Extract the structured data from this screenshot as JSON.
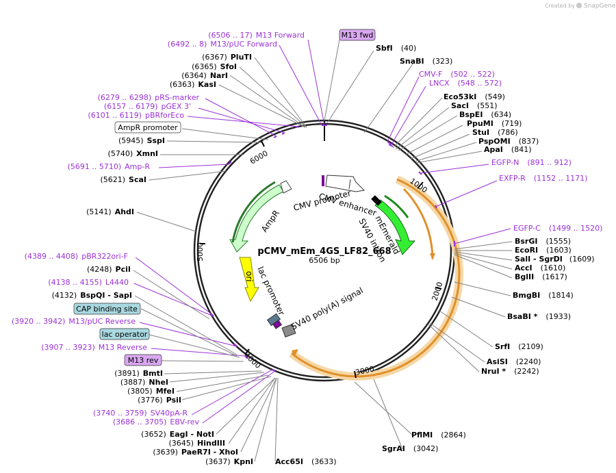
{
  "watermark": {
    "created_by": "Created by",
    "brand": "SnapGene"
  },
  "map": {
    "name": "pCMV_mEm_4GS_LF82_668",
    "length_label": "6506 bp",
    "ticks": [
      "1000",
      "2000",
      "3000",
      "4000",
      "5000",
      "6000"
    ]
  },
  "features": {
    "cmv_enhancer": "CMV enhancer",
    "cmv_promoter": "CMV promoter",
    "sv40_intron": "SV40 intron",
    "memerald": "mEmerald",
    "ampr": "AmpR",
    "ori": "ori",
    "lac_promoter": "lac promoter",
    "sv40_polya": "SV40 poly(A) signal"
  },
  "left_labels": [
    {
      "pos": "(6506 .. 17)",
      "name": "M13 Forward",
      "kind": "primer"
    },
    {
      "pos": "(6492 .. 8)",
      "name": "M13/pUC Forward",
      "kind": "primer"
    },
    {
      "pos": "(6367)",
      "name": "PluTI",
      "kind": "site"
    },
    {
      "pos": "(6365)",
      "name": "SfoI",
      "kind": "site"
    },
    {
      "pos": "(6364)",
      "name": "NarI",
      "kind": "site"
    },
    {
      "pos": "(6363)",
      "name": "KasI",
      "kind": "site"
    },
    {
      "pos": "(6279 .. 6298)",
      "name": "pRS-marker",
      "kind": "primer"
    },
    {
      "pos": "(6157 .. 6179)",
      "name": "pGEX 3'",
      "kind": "primer"
    },
    {
      "pos": "(6101 .. 6119)",
      "name": "pBRforEco",
      "kind": "primer"
    },
    {
      "pos": "(5945)",
      "name": "SspI",
      "kind": "site"
    },
    {
      "pos": "(5740)",
      "name": "XmnI",
      "kind": "site"
    },
    {
      "pos": "(5691 .. 5710)",
      "name": "Amp-R",
      "kind": "primer"
    },
    {
      "pos": "(5621)",
      "name": "ScaI",
      "kind": "site"
    },
    {
      "pos": "(5141)",
      "name": "AhdI",
      "kind": "site"
    },
    {
      "pos": "(4389 .. 4408)",
      "name": "pBR322ori-F",
      "kind": "primer"
    },
    {
      "pos": "(4248)",
      "name": "PciI",
      "kind": "site"
    },
    {
      "pos": "(4138 .. 4155)",
      "name": "L4440",
      "kind": "primer"
    },
    {
      "pos": "(4132)",
      "name": "BspQI",
      "extra": "SapI",
      "kind": "site"
    },
    {
      "pos": "(3920 .. 3942)",
      "name": "M13/pUC Reverse",
      "kind": "primer"
    },
    {
      "pos": "(3907 .. 3923)",
      "name": "M13 Reverse",
      "kind": "primer"
    },
    {
      "pos": "(3891)",
      "name": "BmtI",
      "kind": "site"
    },
    {
      "pos": "(3887)",
      "name": "NheI",
      "kind": "site"
    },
    {
      "pos": "(3805)",
      "name": "MfeI",
      "kind": "site"
    },
    {
      "pos": "(3776)",
      "name": "PsiI",
      "kind": "site"
    },
    {
      "pos": "(3740 .. 3759)",
      "name": "SV40pA-R",
      "kind": "primer"
    },
    {
      "pos": "(3686 .. 3705)",
      "name": "EBV-rev",
      "kind": "primer"
    },
    {
      "pos": "(3652)",
      "name": "EagI",
      "extra": "NotI",
      "kind": "site"
    },
    {
      "pos": "(3645)",
      "name": "HindIII",
      "kind": "site"
    },
    {
      "pos": "(3639)",
      "name": "PaeR7I",
      "extra": "XhoI",
      "kind": "site"
    },
    {
      "pos": "(3637)",
      "name": "KpnI",
      "kind": "site"
    }
  ],
  "right_labels": [
    {
      "pos": "(40)",
      "name": "SbfI",
      "kind": "site"
    },
    {
      "pos": "(323)",
      "name": "SnaBI",
      "kind": "site"
    },
    {
      "pos": "(502 .. 522)",
      "name": "CMV-F",
      "kind": "primer"
    },
    {
      "pos": "(548 .. 572)",
      "name": "LNCX",
      "kind": "primer"
    },
    {
      "pos": "(549)",
      "name": "Eco53kI",
      "kind": "site"
    },
    {
      "pos": "(551)",
      "name": "SacI",
      "kind": "site"
    },
    {
      "pos": "(634)",
      "name": "BspEI",
      "kind": "site"
    },
    {
      "pos": "(719)",
      "name": "PpuMI",
      "kind": "site"
    },
    {
      "pos": "(786)",
      "name": "StuI",
      "kind": "site"
    },
    {
      "pos": "(837)",
      "name": "PspOMI",
      "kind": "site"
    },
    {
      "pos": "(841)",
      "name": "ApaI",
      "kind": "site"
    },
    {
      "pos": "(891 .. 912)",
      "name": "EGFP-N",
      "kind": "primer"
    },
    {
      "pos": "(1152 .. 1171)",
      "name": "EXFP-R",
      "kind": "primer"
    },
    {
      "pos": "(1499 .. 1520)",
      "name": "EGFP-C",
      "kind": "primer"
    },
    {
      "pos": "(1555)",
      "name": "BsrGI",
      "kind": "site"
    },
    {
      "pos": "(1603)",
      "name": "EcoRI",
      "kind": "site"
    },
    {
      "pos": "(1609)",
      "name": "SalI",
      "extra": "SgrDI",
      "kind": "site"
    },
    {
      "pos": "(1610)",
      "name": "AccI",
      "kind": "site"
    },
    {
      "pos": "(1617)",
      "name": "BglII",
      "kind": "site"
    },
    {
      "pos": "(1814)",
      "name": "BmgBI",
      "kind": "site"
    },
    {
      "pos": "(1933)",
      "name": "BsaBI *",
      "kind": "site"
    },
    {
      "pos": "(2109)",
      "name": "SrfI",
      "kind": "site"
    },
    {
      "pos": "(2240)",
      "name": "AsiSI",
      "kind": "site"
    },
    {
      "pos": "(2242)",
      "name": "NruI *",
      "kind": "site"
    },
    {
      "pos": "(2864)",
      "name": "PflMI",
      "kind": "site"
    },
    {
      "pos": "(3042)",
      "name": "SgrAI",
      "kind": "site"
    },
    {
      "pos": "(3633)",
      "name": "Acc65I",
      "kind": "site"
    }
  ],
  "boxed_labels": {
    "m13_fwd": "M13 fwd",
    "ampr_promoter": "AmpR promoter",
    "cap_binding_site": "CAP binding site",
    "lac_operator": "lac operator",
    "m13_rev": "M13 rev"
  },
  "colors": {
    "primer": "#9b30d9",
    "ampr": "#ccffcc",
    "memerald": "#33ee33",
    "ori": "#ffff00",
    "orange": "#f0a030",
    "cap_box": "#a9d8e0",
    "m13_box": "#d9a8f0"
  }
}
